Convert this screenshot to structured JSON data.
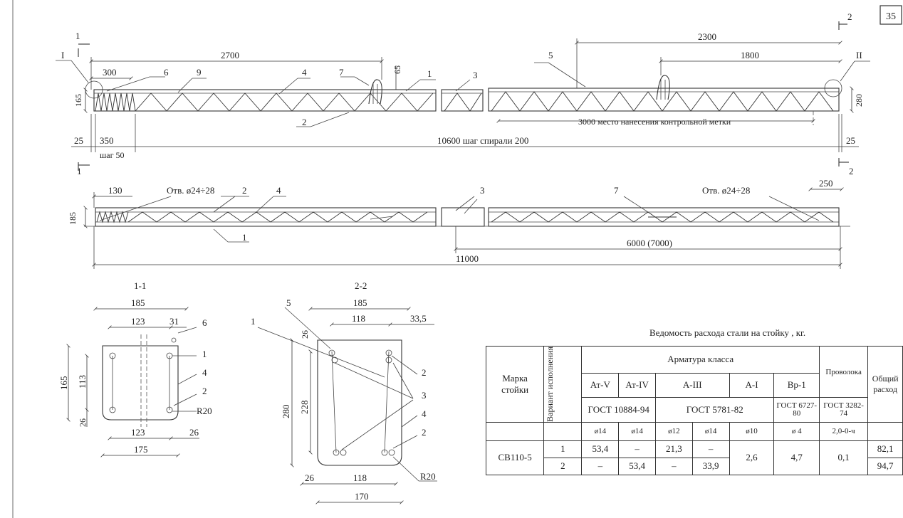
{
  "page_number": "35",
  "section_labels": {
    "sec1": "1",
    "sec2": "2",
    "callout_I": "I",
    "callout_II": "II",
    "cut11": "1-1",
    "cut22": "2-2"
  },
  "top_view": {
    "d2700": "2700",
    "d2300": "2300",
    "d1800": "1800",
    "d300": "300",
    "d65": "65",
    "d165": "165",
    "d280": "280",
    "d25a": "25",
    "d350": "350",
    "d25b": "25",
    "pitch": "шаг 50",
    "total": "10600 шаг спирали 200",
    "mark": "3000 место нанесения контрольной метки",
    "pos": [
      "6",
      "9",
      "4",
      "7",
      "1",
      "3",
      "5",
      "2"
    ]
  },
  "bottom_view": {
    "d130": "130",
    "hole_left": "Отв. ø24÷28",
    "hole_right": "Отв. ø24÷28",
    "d250": "250",
    "d185": "185",
    "d6000": "6000 (7000)",
    "d11000": "11000",
    "pos": [
      "2",
      "4",
      "3",
      "7",
      "1"
    ]
  },
  "section_1_1": {
    "d185": "185",
    "d123a": "123",
    "d31": "31",
    "d165": "165",
    "d113": "113",
    "d26a": "26",
    "d123b": "123",
    "d26b": "26",
    "d175": "175",
    "r20": "R20",
    "pos": [
      "6",
      "1",
      "4",
      "2"
    ]
  },
  "section_2_2": {
    "d185": "185",
    "d118a": "118",
    "d33": "33,5",
    "d26a": "26",
    "d280": "280",
    "d228": "228",
    "d26b": "26",
    "d118b": "118",
    "d170": "170",
    "r20": "R20",
    "pos": [
      "5",
      "1",
      "2",
      "3",
      "4",
      "2"
    ]
  },
  "steel_table": {
    "title": "Ведомость расхода стали на стойку , кг.",
    "h_mark": "Марка стойки",
    "h_variant": "Вариант исполнения",
    "h_rebar": "Арматура класса",
    "h_wire": "Проволока",
    "h_total": "Общий расход",
    "classes": [
      "Ат-V",
      "Ат-IV",
      "А-III",
      "А-I",
      "Вр-1"
    ],
    "gost": [
      "ГОСТ 10884-94",
      "ГОСТ 5781-82",
      "ГОСТ 6727-80",
      "ГОСТ 3282-74"
    ],
    "diam": [
      "ø14",
      "ø14",
      "ø12",
      "ø14",
      "ø10",
      "ø 4",
      "2,0-0-ч"
    ],
    "mark": "СВ110-5",
    "rows": [
      {
        "variant": "1",
        "v": [
          "53,4",
          "–",
          "21,3",
          "–"
        ],
        "total": "82,1"
      },
      {
        "variant": "2",
        "v": [
          "–",
          "53,4",
          "–",
          "33,9"
        ],
        "total": "94,7"
      }
    ],
    "a1": "2,6",
    "vr1": "4,7",
    "wire": "0,1"
  }
}
